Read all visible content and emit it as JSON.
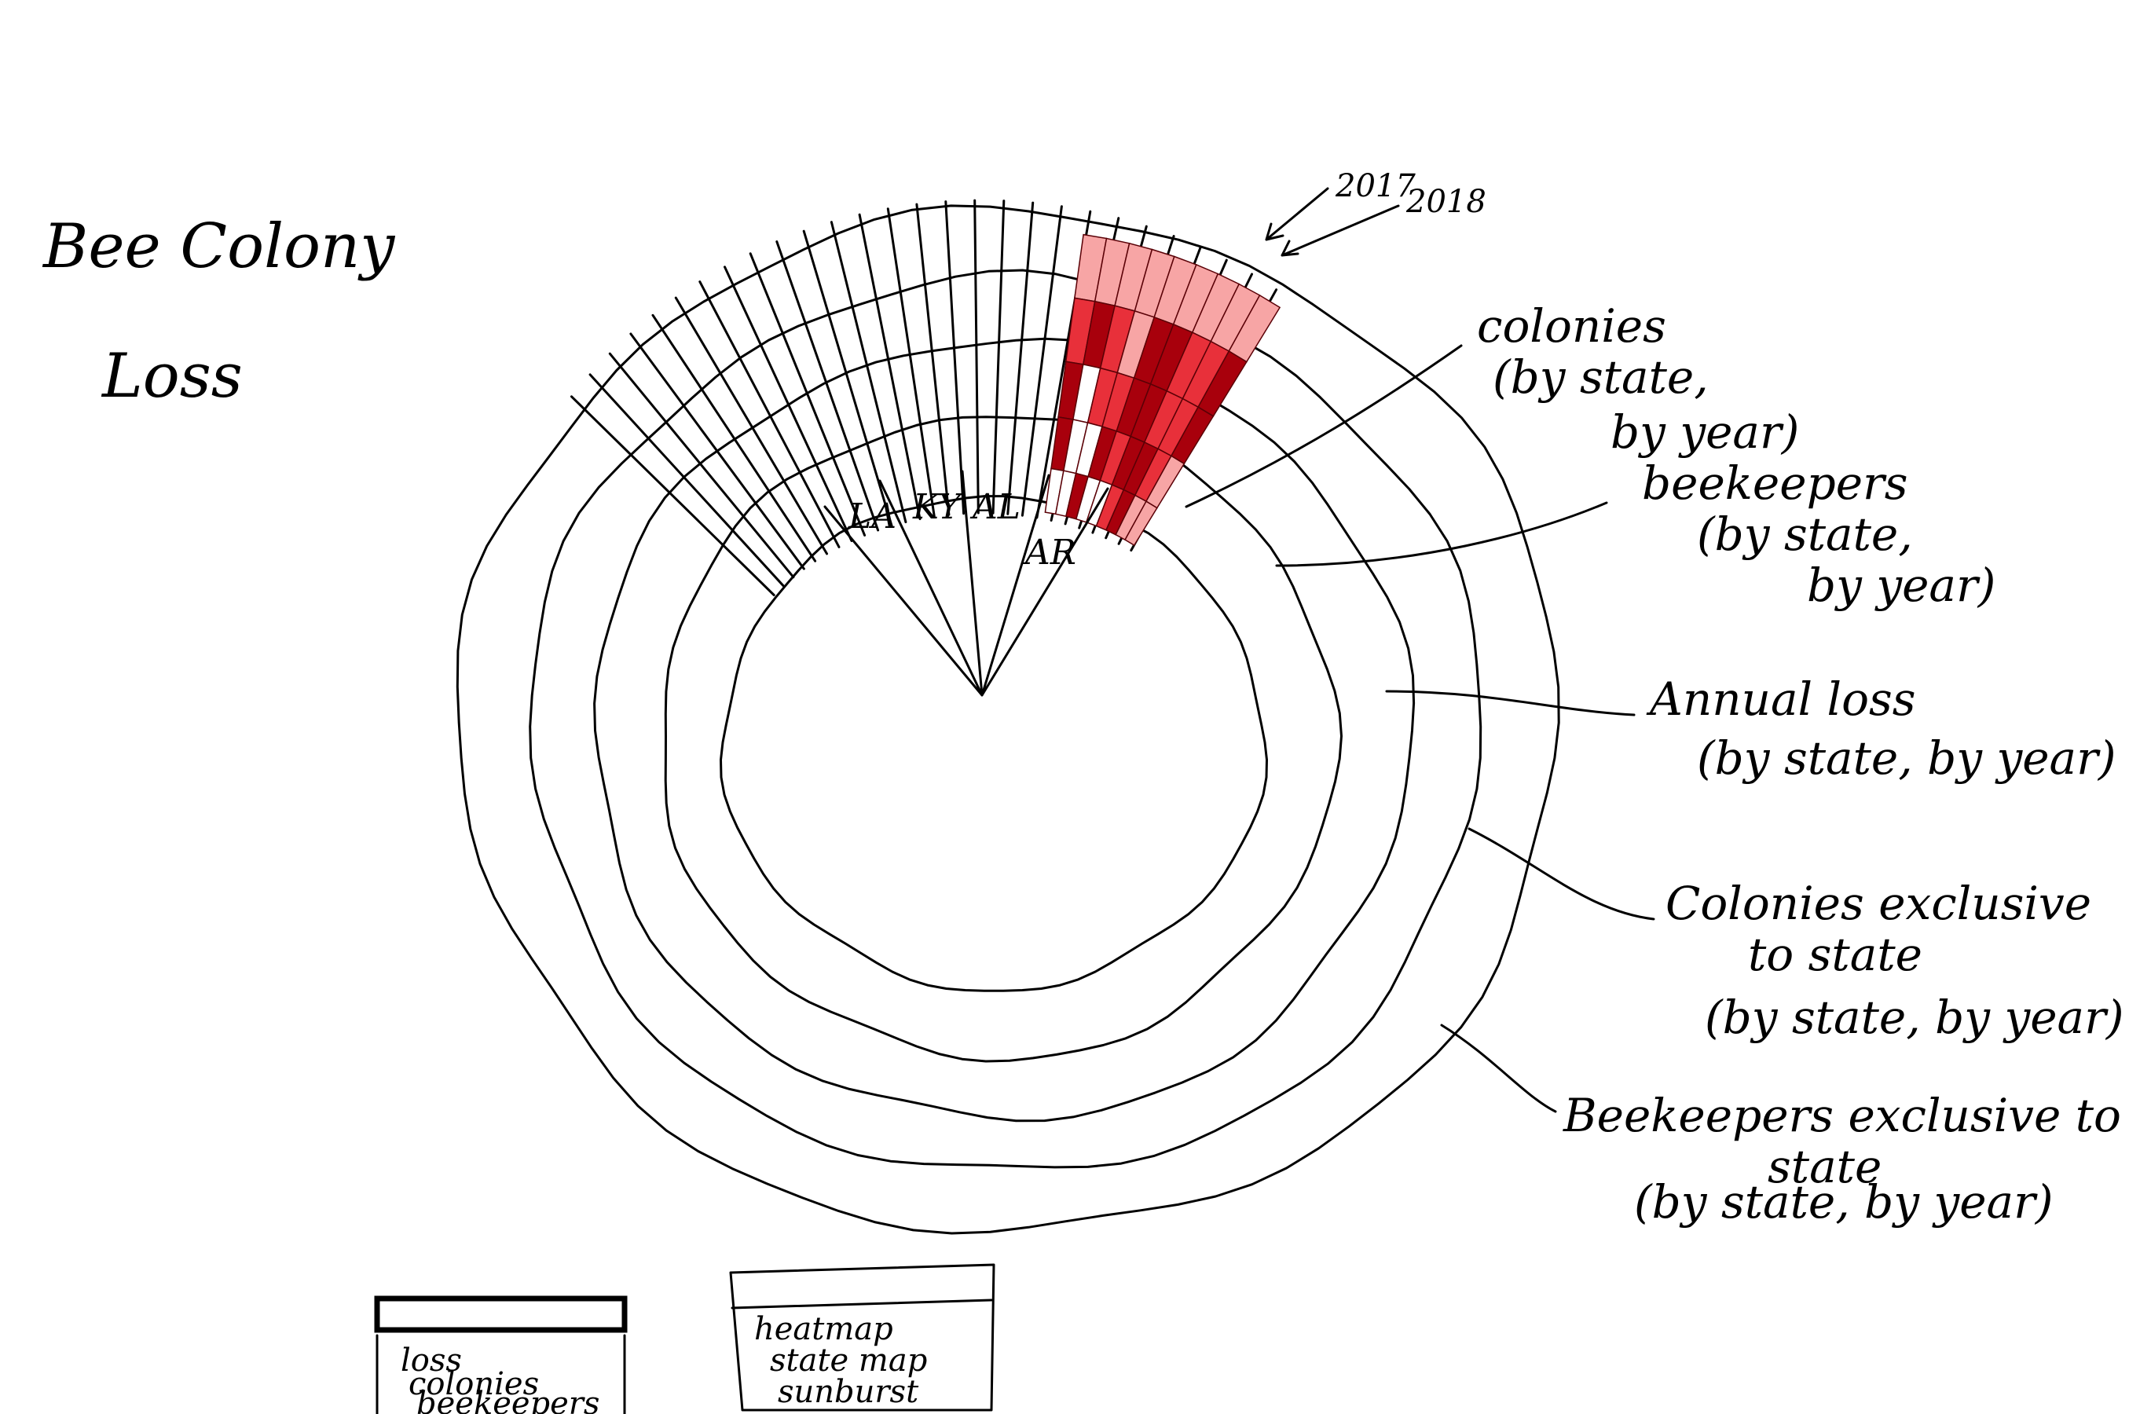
{
  "title": {
    "line1": "Bee Colony",
    "line2": "Loss"
  },
  "year_labels": [
    "2017",
    "2018"
  ],
  "state_labels": [
    "LA",
    "KY",
    "AL",
    "AR"
  ],
  "annotations": [
    {
      "lines": [
        "colonies",
        "(by state,",
        "by year)"
      ]
    },
    {
      "lines": [
        "beekeepers",
        "(by state,",
        "by year)"
      ]
    },
    {
      "lines": [
        "Annual loss",
        "(by state, by year)"
      ]
    },
    {
      "lines": [
        "Colonies exclusive",
        "to state",
        "(by state, by year)"
      ]
    },
    {
      "lines": [
        "Beekeepers exclusive to",
        "state",
        "(by state, by year)"
      ]
    }
  ],
  "metric_dropdown": {
    "options": [
      "loss",
      "colonies",
      "beekeepers"
    ]
  },
  "view_dropdown": {
    "options": [
      "heatmap",
      "state map",
      "sunburst"
    ]
  },
  "colors": {
    "ink": "#000000",
    "heat_light": "#f7a5a5",
    "heat_mid": "#e8303a",
    "heat_dark": "#a8000c",
    "heat_white": "#ffffff"
  },
  "heat_levels": [
    [
      0,
      0,
      0,
      0,
      0,
      0,
      0,
      0,
      0
    ],
    [
      1,
      2,
      1,
      0,
      2,
      2,
      1,
      1,
      2
    ],
    [
      2,
      3,
      1,
      1,
      2,
      2,
      1,
      1,
      2
    ],
    [
      2,
      3,
      3,
      2,
      1,
      2,
      2,
      1,
      0
    ],
    [
      3,
      3,
      2,
      3,
      3,
      1,
      2,
      0,
      0
    ]
  ]
}
